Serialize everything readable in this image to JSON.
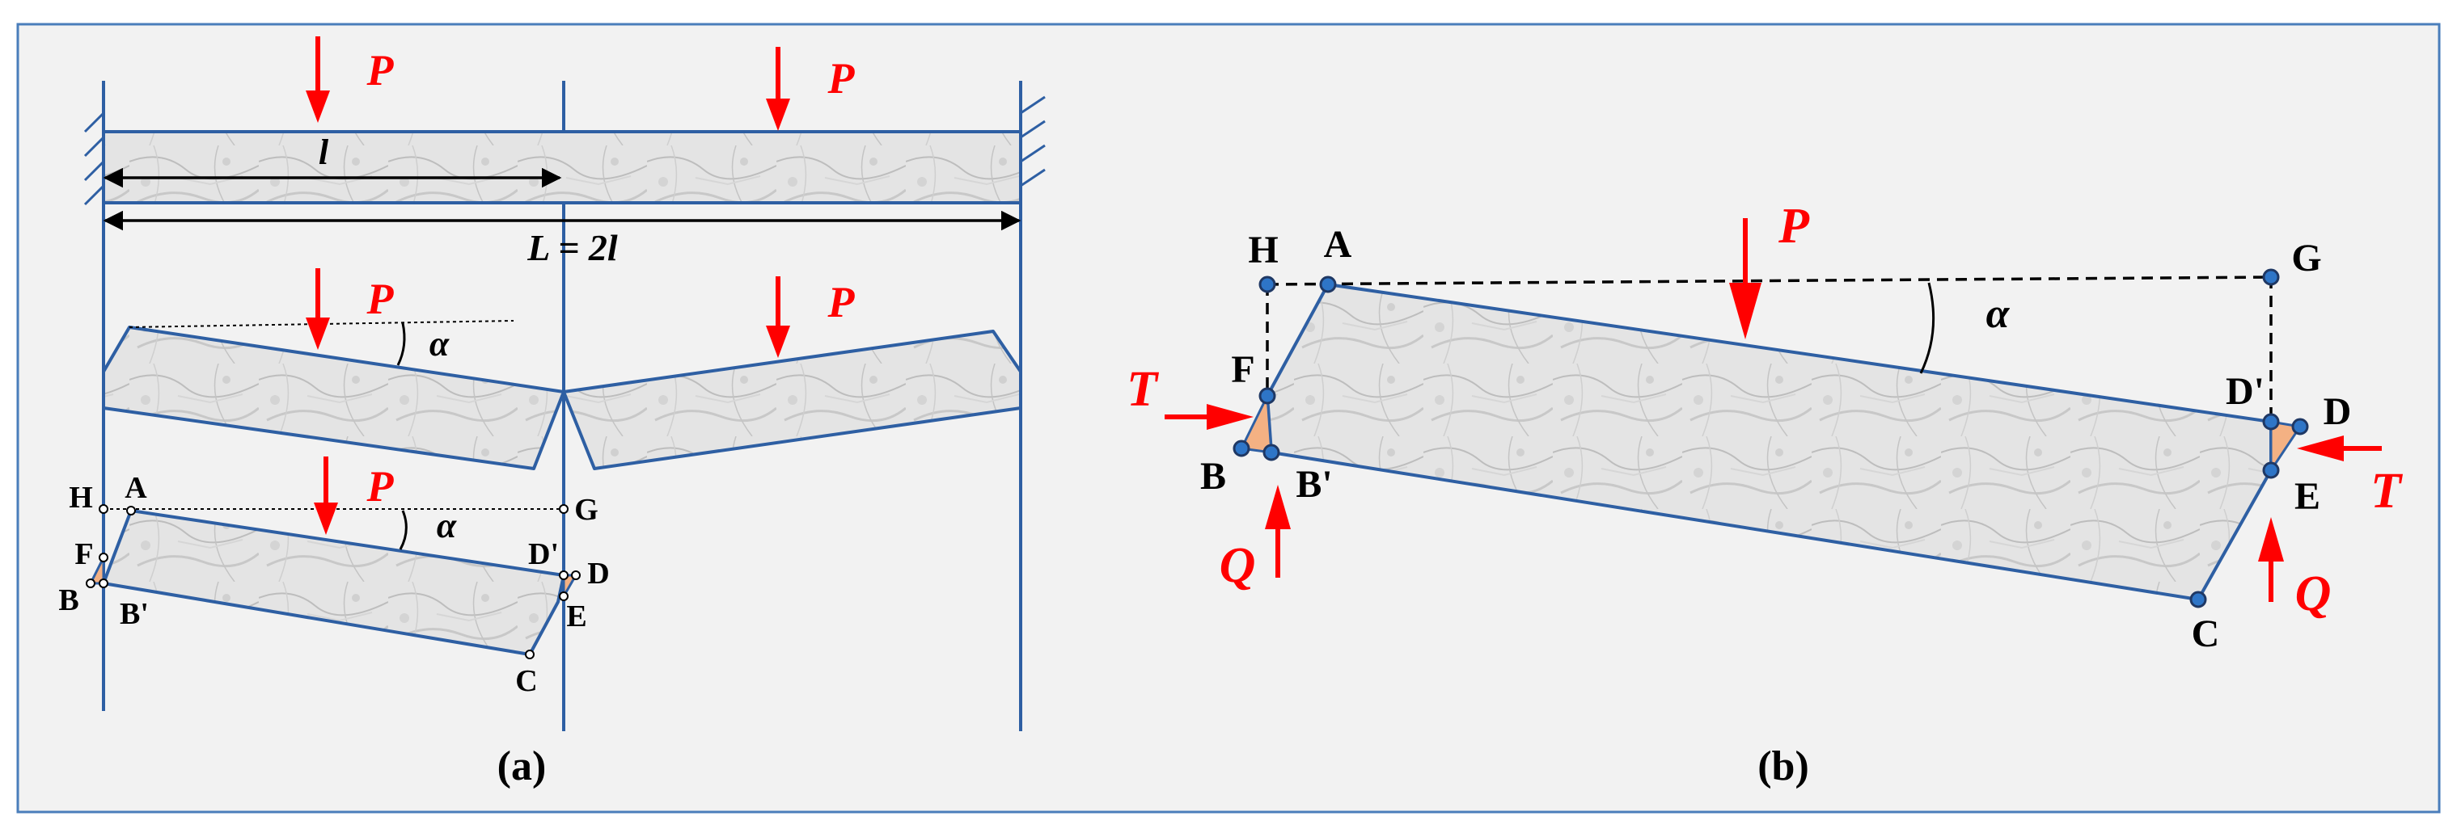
{
  "labels": {
    "load": "P",
    "span_half": "l",
    "span_total": "L = 2l",
    "angle": "α",
    "shear": "Q",
    "thrust": "T",
    "caption_a": "(a)",
    "caption_b": "(b)",
    "points": {
      "A": "A",
      "B": "B",
      "B_prime": "B'",
      "C": "C",
      "D": "D",
      "D_prime": "D'",
      "E": "E",
      "F": "F",
      "G": "G",
      "H": "H"
    }
  },
  "colors": {
    "frame_bg": "#f2f2f2",
    "outline": "#2e5fa3",
    "load_arrow": "#ff0000",
    "contact_wedge": "#f4b183",
    "node_fill": "#2e75c7"
  }
}
